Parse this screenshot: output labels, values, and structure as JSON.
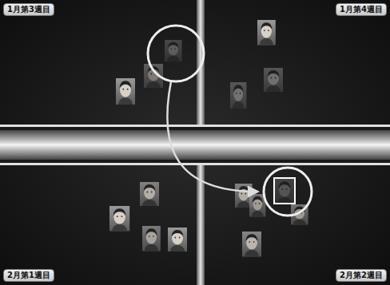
{
  "diagram": {
    "nodes": [
      {
        "text": [
          "1月第3週目"
        ]
      },
      {
        "text": [
          "1月第4週目"
        ]
      },
      {
        "text": [
          "2月第1週目"
        ]
      },
      {
        "text": [
          "2月第2週目"
        ]
      }
    ]
  }
}
